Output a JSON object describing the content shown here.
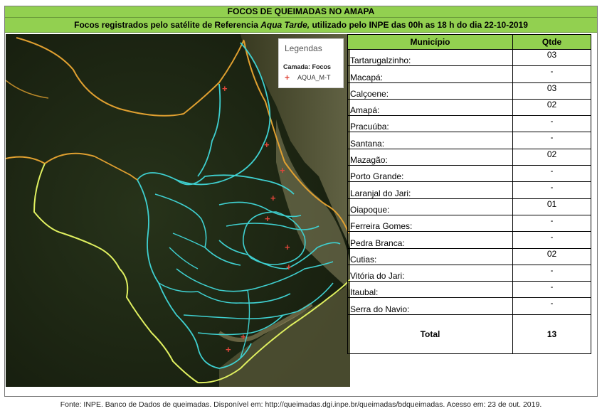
{
  "header": {
    "title": "FOCOS DE QUEIMADAS NO AMAPA",
    "subtitle_pre": "Focos registrados pelo satélite de Referencia ",
    "subtitle_em": "Aqua Tarde,",
    "subtitle_post": " utilizado pelo INPE das 00h as 18 h do dia 22-10-2019"
  },
  "legend": {
    "title": "Legendas",
    "layer": "Camada: Focos",
    "item_symbol": "+",
    "item_label": "AQUA_M-T",
    "item_color": "#e0463a"
  },
  "table": {
    "col_municipio": "Município",
    "col_qtde": "Qtde",
    "rows": [
      {
        "municipio": "Tartarugalzinho:",
        "qtde": "03"
      },
      {
        "municipio": "Macapá:",
        "qtde": "-"
      },
      {
        "municipio": "Calçoene:",
        "qtde": "03"
      },
      {
        "municipio": "Amapá:",
        "qtde": "02"
      },
      {
        "municipio": "Pracuúba:",
        "qtde": "-"
      },
      {
        "municipio": "Santana:",
        "qtde": "-"
      },
      {
        "municipio": "Mazagão:",
        "qtde": "02"
      },
      {
        "municipio": "Porto Grande:",
        "qtde": "-"
      },
      {
        "municipio": "Laranjal do Jari:",
        "qtde": "-"
      },
      {
        "municipio": "Oiapoque:",
        "qtde": "01"
      },
      {
        "municipio": "Ferreira Gomes:",
        "qtde": "-"
      },
      {
        "municipio": "Pedra Branca:",
        "qtde": "-"
      },
      {
        "municipio": "Cutias:",
        "qtde": "02"
      },
      {
        "municipio": "Vitória do Jari:",
        "qtde": "-"
      },
      {
        "municipio": "Itaubal:",
        "qtde": "-"
      },
      {
        "municipio": "Serra do Navio:",
        "qtde": "-"
      }
    ],
    "total_label": "Total",
    "total_value": "13"
  },
  "source": "Fonte: INPE. Banco de Dados de queimadas. Disponível em: http://queimadas.dgi.inpe.br/queimadas/bdqueimadas. Acesso em: 23 de out. 2019.",
  "colors": {
    "header_green": "#92d050",
    "state_border": "#f0f060",
    "municipal_lines": "#3fd0d0",
    "country_border": "#e0a030",
    "fire_marker": "#e0463a"
  }
}
